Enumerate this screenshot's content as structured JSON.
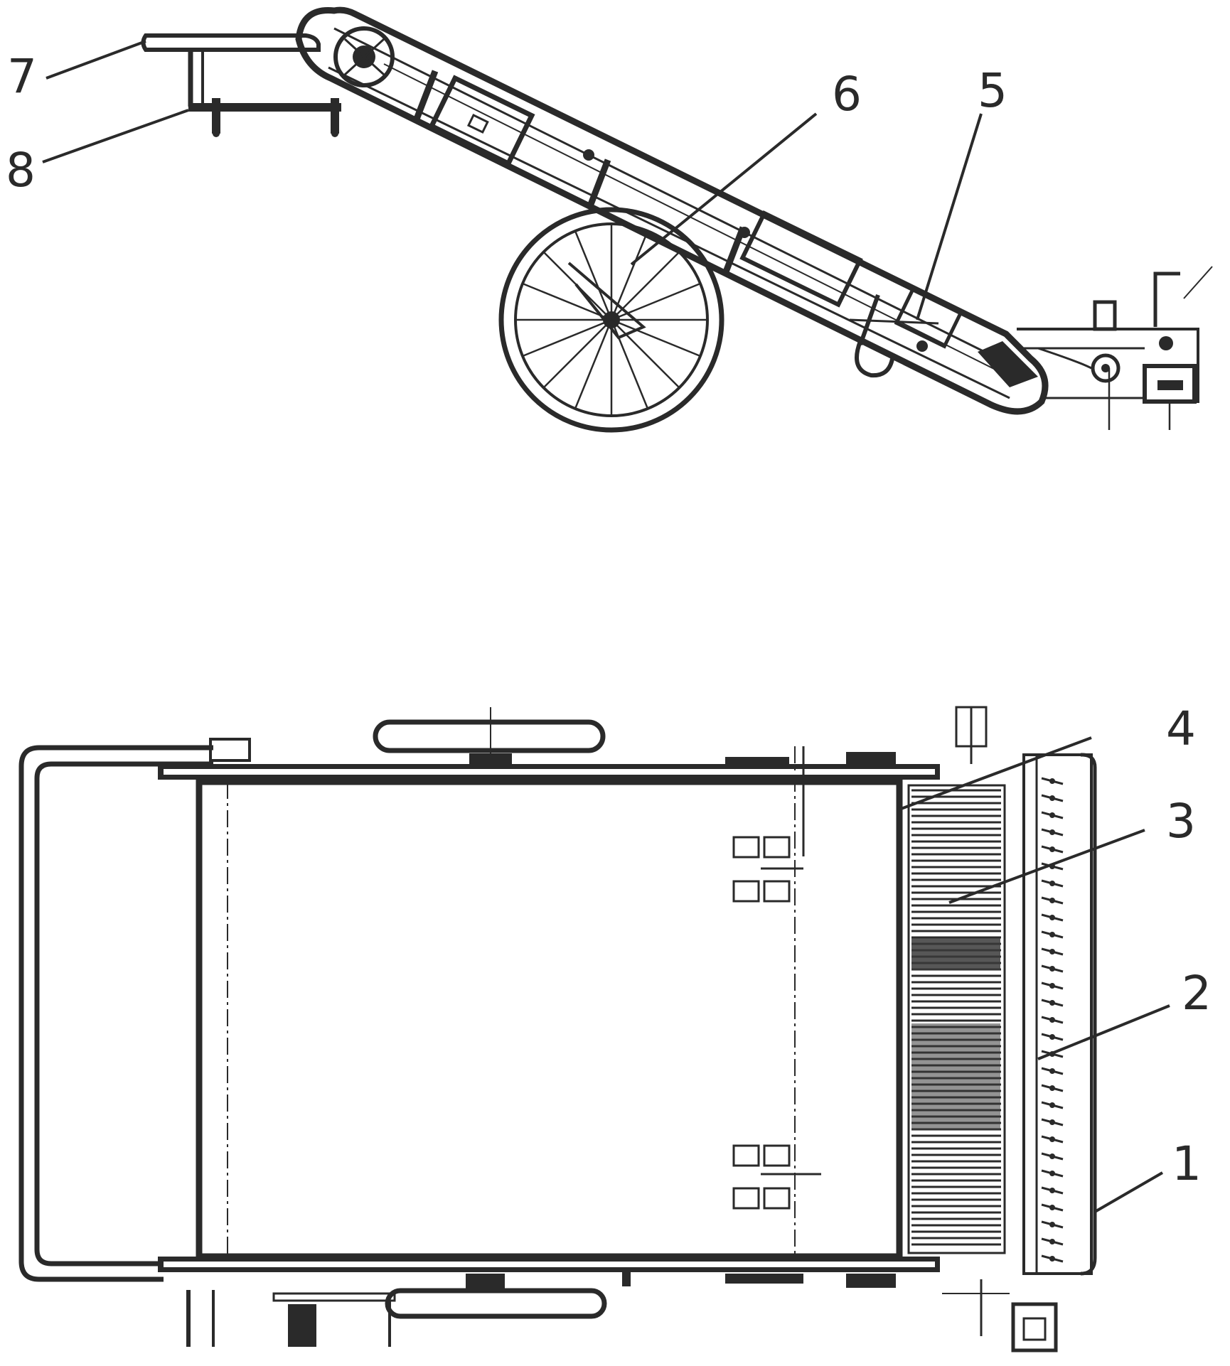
{
  "diagram": {
    "views": [
      {
        "id": "side-view",
        "labels": [
          "5",
          "6",
          "7",
          "8"
        ]
      },
      {
        "id": "top-view",
        "labels": [
          "1",
          "2",
          "3",
          "4"
        ]
      }
    ],
    "callouts": {
      "c1": "1",
      "c2": "2",
      "c3": "3",
      "c4": "4",
      "c5": "5",
      "c6": "6",
      "c7": "7",
      "c8": "8"
    }
  }
}
